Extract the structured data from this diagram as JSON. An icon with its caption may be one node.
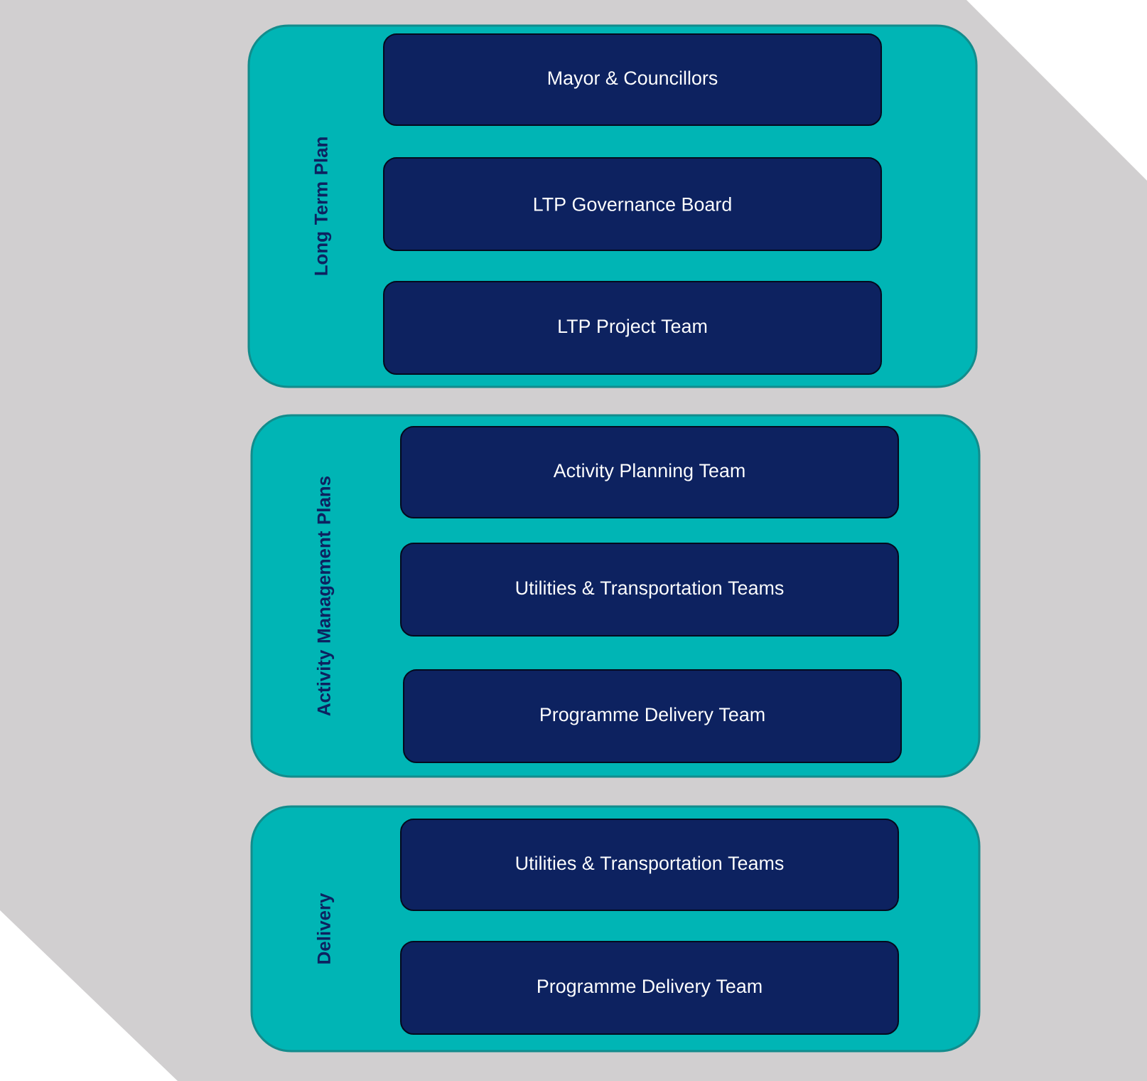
{
  "diagram": {
    "nodes": [
      {
        "text": [
          "Long Term Plan"
        ]
      },
      {
        "text": [
          "Mayor & Councillors"
        ],
        "in": 0
      },
      {
        "text": [
          "LTP Governance Board"
        ],
        "in": 0
      },
      {
        "text": [
          "LTP Project Team"
        ],
        "in": 0
      },
      {
        "text": [
          "Activity Management Plans"
        ]
      },
      {
        "text": [
          "Activity Planning Team"
        ],
        "in": 4
      },
      {
        "text": [
          "Utilities & Transportation Teams"
        ],
        "in": 4
      },
      {
        "text": [
          "Programme Delivery Team"
        ],
        "in": 4
      },
      {
        "text": [
          "Delivery"
        ]
      },
      {
        "text": [
          "Utilities & Transportation Teams"
        ],
        "in": 8
      },
      {
        "text": [
          "Programme Delivery Team"
        ],
        "in": 8
      }
    ]
  }
}
